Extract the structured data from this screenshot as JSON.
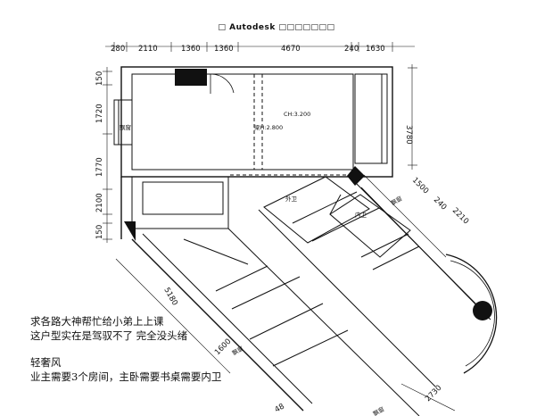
{
  "banner": "□ Autodesk □□□□□□□",
  "dims_top": [
    "280",
    "2110",
    "1360",
    "1360",
    "4670",
    "240",
    "1630"
  ],
  "dims_left": [
    "150",
    "1720",
    "1770",
    "2100",
    "150"
  ],
  "dims_right": [
    "3780",
    "1500",
    "240",
    "2210"
  ],
  "dims_diag": [
    "5180",
    "1600",
    "2730",
    "48"
  ],
  "rooms": {
    "ceiling_a": "CH:3.200",
    "ceiling_b": "梁H:2.800",
    "bath_outer": "外卫",
    "bath_inner": "内卫",
    "window_left": "飘窗",
    "window_right": "飘窗",
    "window_mid": "飘窗",
    "window_bottom": "飘窗"
  },
  "notes": {
    "line1": "求各路大神帮忙给小弟上上课",
    "line2": "这户型实在是驾驭不了   完全没头绪",
    "line3": "轻奢风",
    "line4": "业主需要3个房间，主卧需要书桌需要内卫"
  }
}
